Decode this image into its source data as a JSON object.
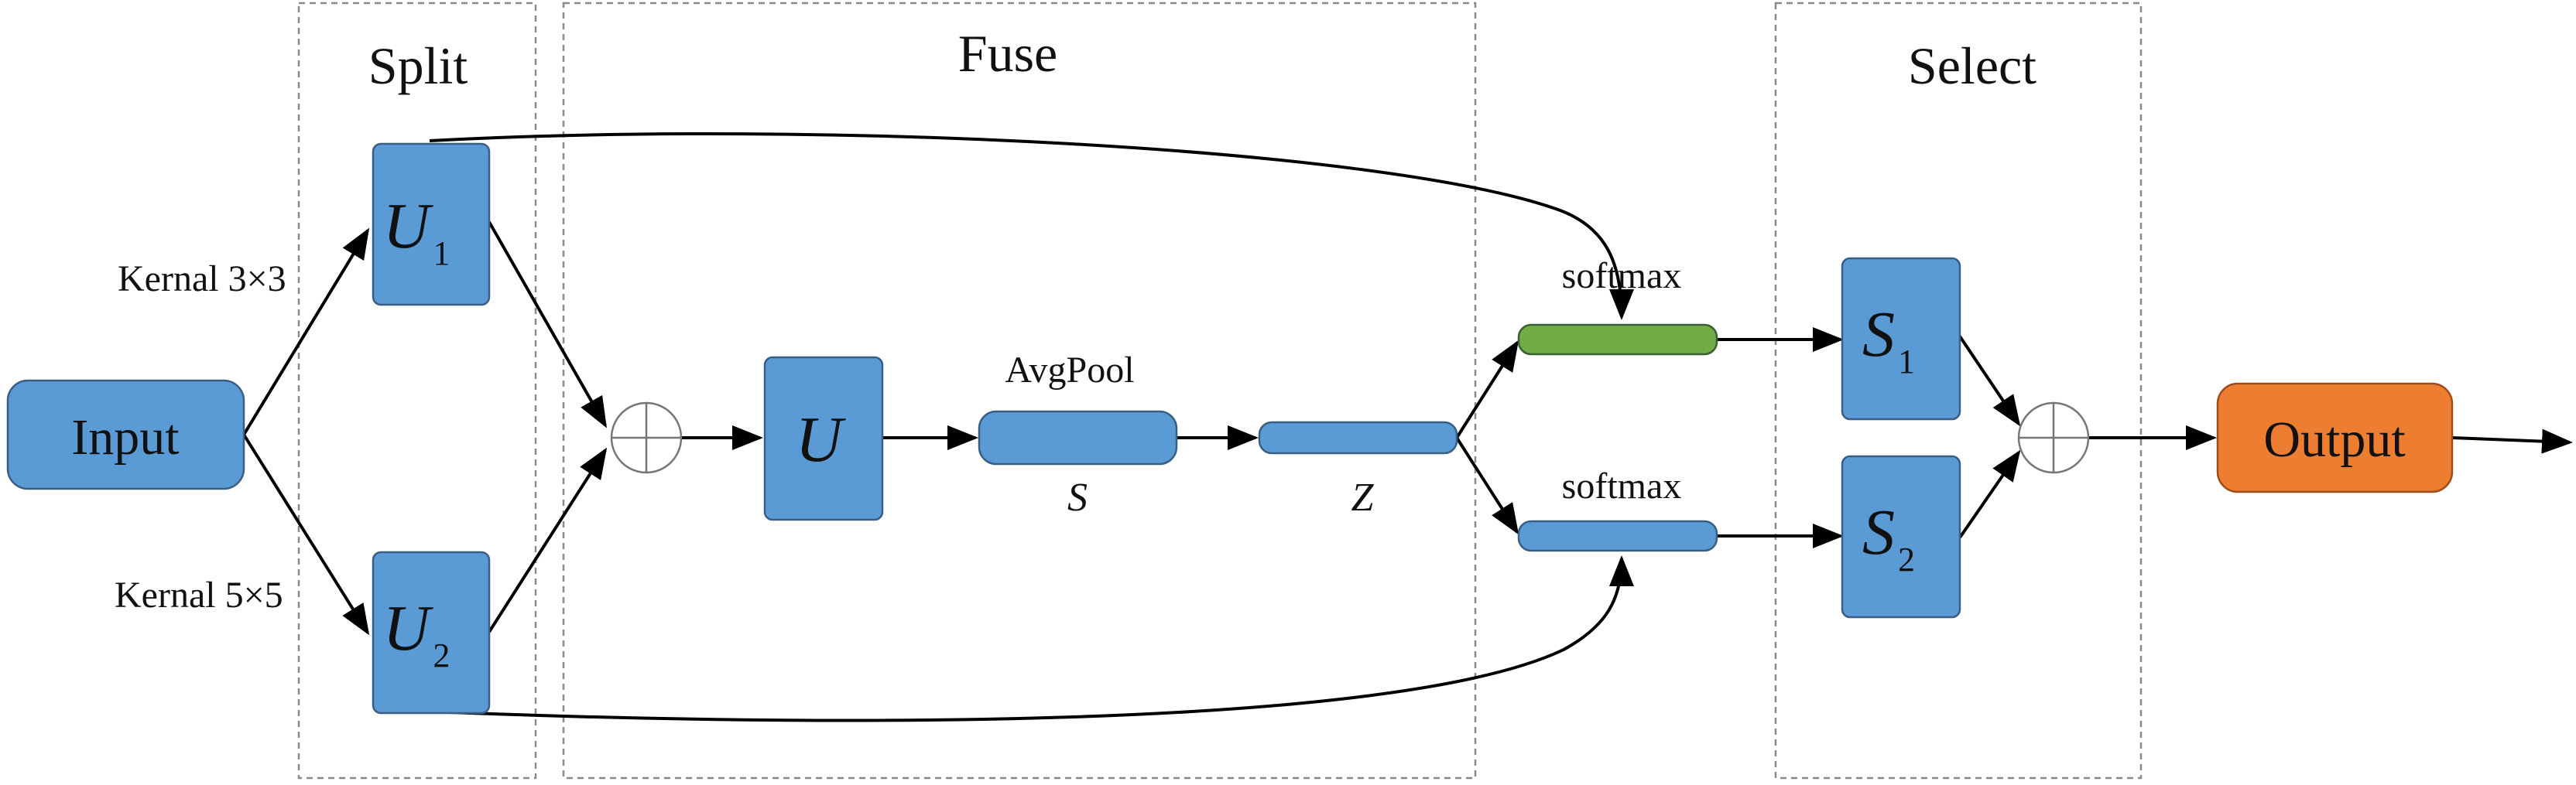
{
  "sections": {
    "split": "Split",
    "fuse": "Fuse",
    "select": "Select"
  },
  "nodes": {
    "input": "Input",
    "output": "Output",
    "u1": {
      "symbol": "U",
      "subscript": "1"
    },
    "u2": {
      "symbol": "U",
      "subscript": "2"
    },
    "u": {
      "symbol": "U"
    },
    "s1": {
      "symbol": "S",
      "subscript": "1"
    },
    "s2": {
      "symbol": "S",
      "subscript": "2"
    },
    "vector_s": "S",
    "vector_z": "Z"
  },
  "labels": {
    "kernel_top": "Kernal 3×3",
    "kernel_bottom": "Kernal 5×5",
    "avgpool": "AvgPool",
    "softmax_top": "softmax",
    "softmax_bottom": "softmax"
  },
  "colors": {
    "box_blue": "#5b9bd5",
    "vector_green": "#70ad47",
    "output_orange": "#ed7d31",
    "frame_gray": "#8a8a8a"
  }
}
